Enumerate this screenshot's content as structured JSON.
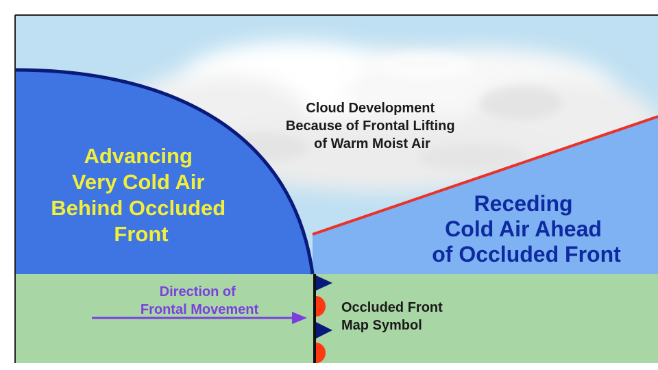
{
  "diagram": {
    "cloud_label": {
      "lines": [
        "Cloud Development",
        "Because of Frontal Lifting",
        "of  Warm Moist Air"
      ]
    },
    "cold_air_label": {
      "lines": [
        "Advancing",
        "Very Cold Air",
        "Behind Occluded",
        "Front"
      ]
    },
    "receding_label": {
      "lines": [
        "Receding",
        "Cold Air Ahead",
        "of Occluded Front"
      ]
    },
    "direction_label": {
      "lines": [
        "Direction of",
        "Frontal Movement"
      ]
    },
    "symbol_label": {
      "lines": [
        "Occluded Front",
        "Map Symbol"
      ]
    }
  },
  "colors": {
    "sky": "#bfe0f2",
    "very_cold_air": "#3f74e3",
    "cold_air": "#7fb2f2",
    "ground": "#a8d6a4",
    "front_boundary": "#0a1a7a",
    "warm_front_line": "#e8322a",
    "cold_label_text": "#f2ef3a",
    "receding_label_text": "#0e2aa0",
    "direction_text": "#7b3fe0",
    "cloud_text": "#1a1a1a",
    "cold_symbol": "#0a1a7a",
    "warm_symbol": "#ff3a12"
  }
}
